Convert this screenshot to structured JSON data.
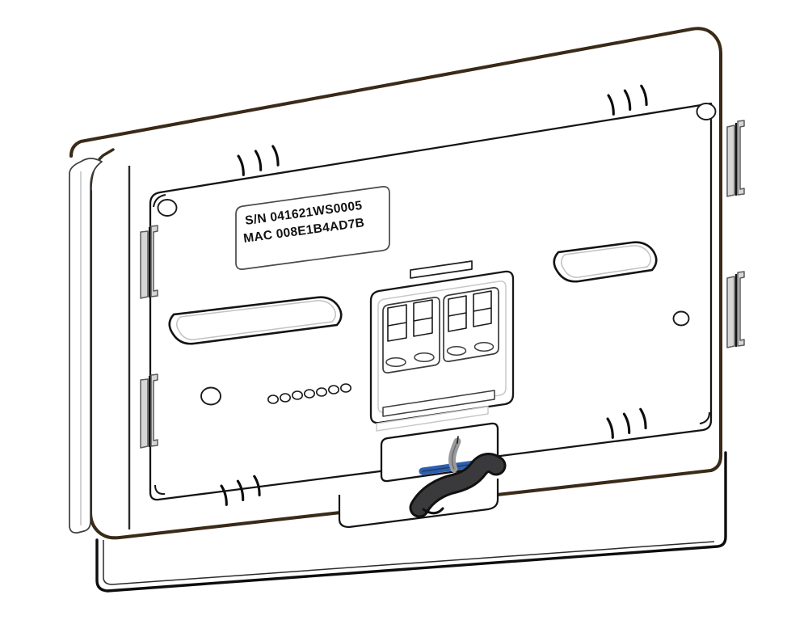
{
  "illustration": {
    "title": "Device rear housing with wall mounting plate",
    "subject": "wall-mounted control panel rear view",
    "view": "three-quarter isometric rear view",
    "style": "technical line art, white fill, black outlines",
    "background_color": "#ffffff"
  },
  "colors": {
    "outer_body_outline": "#3a2a18",
    "panel_outline": "#1a1a1a",
    "inner_detail_outline": "#3c3c3c",
    "faint_detail_outline": "#b8b8bc",
    "clip_fill": "#d6d6d6",
    "clip_outline": "#5a5a5a",
    "cable_jacket": "#3a3a3c",
    "cable_outline": "#111111",
    "wire_blue": "#2d5fb0",
    "wire_gray": "#9a9a9c",
    "label_plate_fill": "#ffffff",
    "text": "#111111"
  },
  "serial_label": {
    "name": "serial-number-label",
    "line1": "S/N 041621WS0005",
    "line2": "MAC 008E1B4AD7B",
    "serial_number": "041621WS0005",
    "mac_address": "008E1B4AD7B"
  },
  "features": {
    "oval_recess_left": "oval cable routing recess (left)",
    "oval_recess_right": "oval cable routing recess (right)",
    "terminal_block_label": "terminal connector block",
    "terminal_count": 4,
    "terminal_groups": 2,
    "vent_hole_count": 7,
    "screw_hole_count": 4,
    "cable_entry_label": "cable entry cutout",
    "mounting_plate_label": "wall mounting plate",
    "bottom_band_label": "lower trim bracket"
  },
  "clip_marks": [
    {
      "name": "clip-mark-top-left",
      "count": 3
    },
    {
      "name": "clip-mark-top-right",
      "count": 3
    },
    {
      "name": "clip-mark-bottom-left",
      "count": 3
    },
    {
      "name": "clip-mark-bottom-right",
      "count": 3
    }
  ],
  "edge_clips": [
    {
      "name": "edge-clip-left-upper",
      "side": "left"
    },
    {
      "name": "edge-clip-left-lower",
      "side": "left"
    },
    {
      "name": "edge-clip-right-upper",
      "side": "right"
    },
    {
      "name": "edge-clip-right-lower",
      "side": "right"
    }
  ],
  "wiring": {
    "cable_label": "main cable bundle",
    "wires": [
      {
        "name": "wire-blue",
        "color": "#2d5fb0"
      },
      {
        "name": "wire-gray",
        "color": "#9a9a9c"
      }
    ]
  }
}
